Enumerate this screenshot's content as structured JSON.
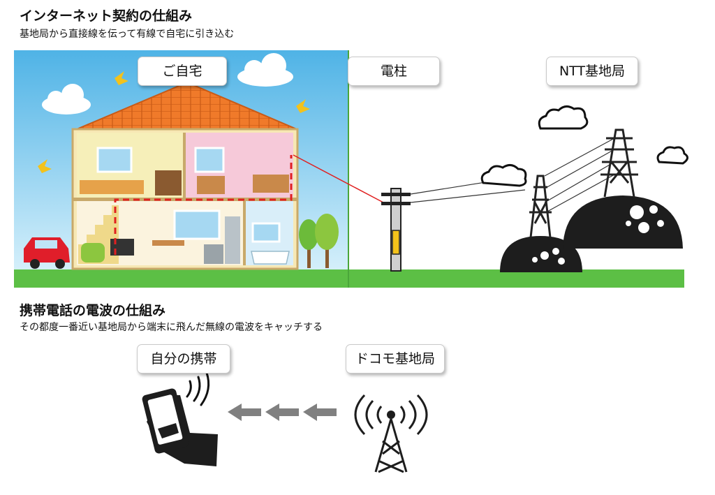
{
  "internet": {
    "title": "インターネット契約の仕組み",
    "subtitle": "基地局から直接線を伝って有線で自宅に引き込む",
    "labels": {
      "home": "ご自宅",
      "pole": "電柱",
      "station": "NTT基地局"
    }
  },
  "mobile": {
    "title": "携帯電話の電波の仕組み",
    "subtitle": "その都度一番近い基地局から端末に飛んだ無線の電波をキャッチする",
    "labels": {
      "phone": "自分の携帯",
      "station": "ドコモ基地局"
    }
  },
  "colors": {
    "sky": "#8fd3f2",
    "ground": "#5cbf45",
    "roof": "#f07a2a",
    "house_wall": "#f7e8b4",
    "wire_to_home": "#e02020",
    "arrow": "#808080",
    "hill": "#1d1d1d"
  },
  "icons": [
    "bird-icon",
    "cloud-icon",
    "car-icon",
    "tree-icon",
    "utility-pole-icon",
    "transmission-tower-icon",
    "smartphone-hand-icon",
    "radio-tower-icon",
    "arrow-left-icon"
  ]
}
